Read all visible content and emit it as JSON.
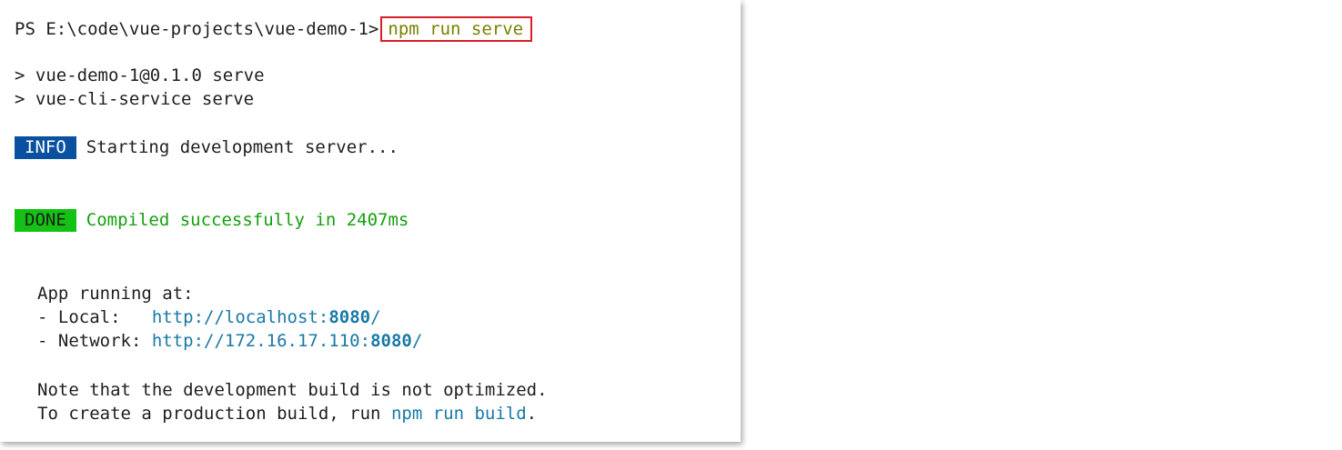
{
  "terminal": {
    "prompt": "PS E:\\code\\vue-projects\\vue-demo-1>",
    "command": "npm run serve",
    "script_lines": [
      "> vue-demo-1@0.1.0 serve",
      "> vue-cli-service serve"
    ],
    "info": {
      "badge": "INFO",
      "message": "Starting development server..."
    },
    "done": {
      "badge": "DONE",
      "message": "Compiled successfully in 2407ms"
    },
    "app_running": {
      "heading": "App running at:",
      "local_label": "- Local:   ",
      "local_url_prefix": "http://localhost:",
      "local_port": "8080",
      "local_url_suffix": "/",
      "network_label": "- Network: ",
      "network_url_prefix": "http://172.16.17.110:",
      "network_port": "8080",
      "network_url_suffix": "/"
    },
    "note": {
      "line1": "Note that the development build is not optimized.",
      "line2_prefix": "To create a production build, run ",
      "line2_command": "npm run build",
      "line2_suffix": "."
    }
  },
  "colors": {
    "highlight_border": "#d81e28",
    "info_badge_bg": "#0950a0",
    "done_badge_bg": "#14c214",
    "success_text": "#13a10e",
    "link_text": "#1879a6",
    "command_text": "#7d7d00"
  }
}
